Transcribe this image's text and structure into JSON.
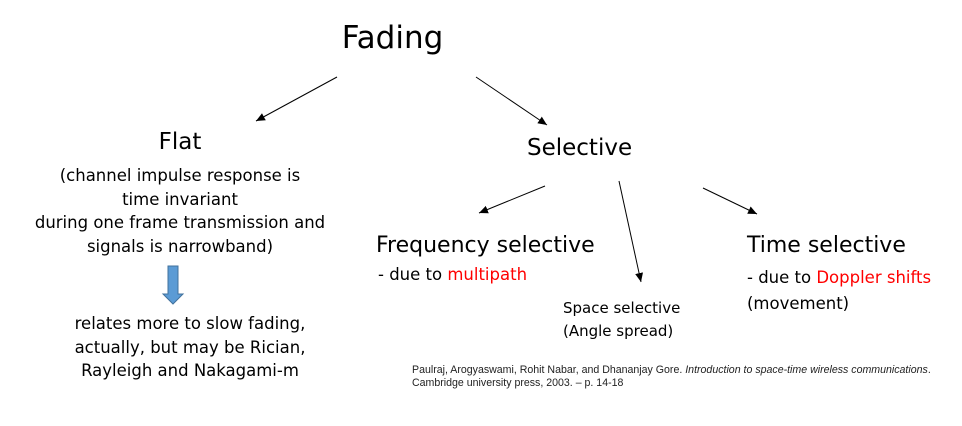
{
  "root": {
    "label": "Fading"
  },
  "flat": {
    "title": "Flat",
    "desc_lines": [
      "(channel impulse response is",
      "time invariant",
      "during one frame transmission and",
      "signals is narrowband)"
    ],
    "note_lines": [
      "relates more to slow fading,",
      "actually, but may be Rician,",
      "Rayleigh and Nakagami-m"
    ]
  },
  "selective": {
    "title": "Selective",
    "frequency": {
      "title": "Frequency selective",
      "note_prefix": "- due to ",
      "note_highlight": "multipath"
    },
    "space": {
      "line1": "Space selective",
      "line2": "(Angle spread)"
    },
    "time": {
      "title": "Time selective",
      "note_prefix": "- due to ",
      "note_highlight": "Doppler shifts",
      "note_line2": "(movement)"
    }
  },
  "citation": {
    "authors": "Paulraj, Arogyaswami, Rohit Nabar, and Dhananjay Gore. ",
    "book_title": "Introduction to space-time wireless communications",
    "publisher": ". Cambridge university press, 2003. – p. 14-18"
  },
  "colors": {
    "highlight": "#ff0000",
    "down_arrow_fill": "#5b9bd5",
    "down_arrow_stroke": "#41719c"
  }
}
